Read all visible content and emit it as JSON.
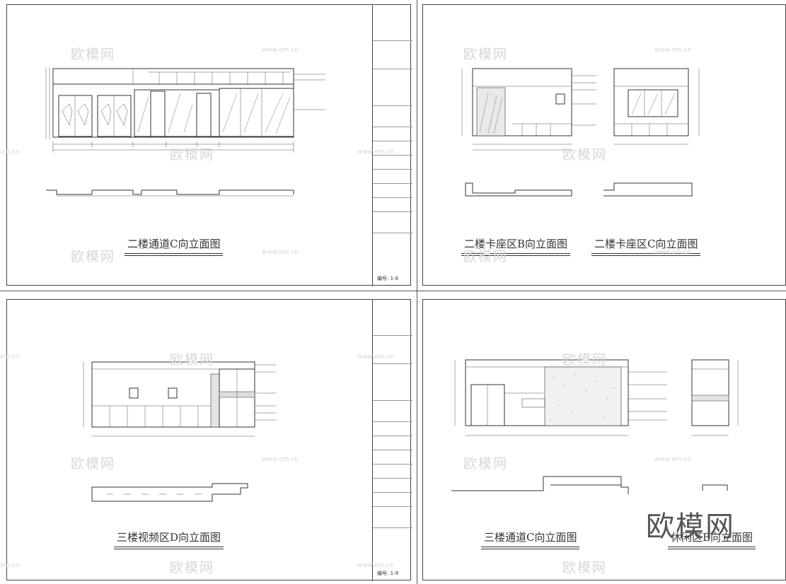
{
  "sheets": [
    {
      "id": "s1",
      "title": "二楼通道C向立面图"
    },
    {
      "id": "s2",
      "titles": [
        "二楼卡座区B向立面图",
        "二楼卡座区C向立面图"
      ]
    },
    {
      "id": "s3",
      "title": "三楼视频区D向立面图"
    },
    {
      "id": "s4",
      "titles": [
        "三楼通道C向立面图",
        "休闲区B向立面图"
      ]
    }
  ],
  "title_block": {
    "sheet_no_label": "编号:",
    "sheet_no_top": "1-8",
    "sheet_no_bottom": "1-9"
  },
  "watermarks": {
    "brand": "欧模网",
    "site": "www.om.cn",
    "site_short": "om.cn"
  }
}
